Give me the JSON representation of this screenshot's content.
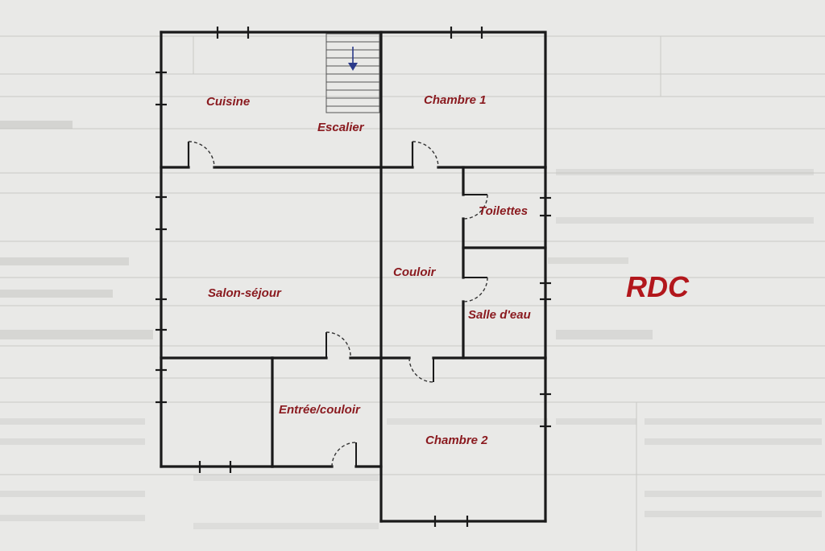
{
  "plan": {
    "level_label": "RDC",
    "rooms": {
      "cuisine": "Cuisine",
      "escalier": "Escalier",
      "chambre1": "Chambre 1",
      "toilettes": "Toilettes",
      "salon": "Salon-séjour",
      "couloir": "Couloir",
      "salle_eau": "Salle d'eau",
      "entree": "Entrée/couloir",
      "chambre2": "Chambre 2"
    }
  },
  "colors": {
    "label": "#8a1a1f",
    "level_label": "#b2171c",
    "walls": "#1a1a1a",
    "paper": "#e9e9e7"
  }
}
